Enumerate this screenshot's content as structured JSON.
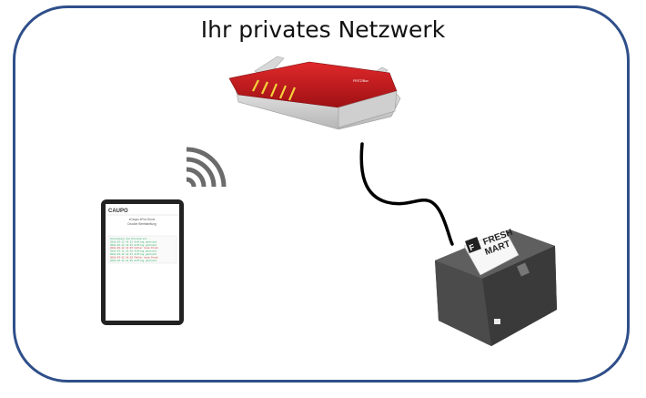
{
  "title": "Ihr privates Netzwerk",
  "colors": {
    "frame": "#2f4f8a",
    "router": "#c8191c",
    "cable": "#000000",
    "wifi": "#6b6b6b",
    "printer": "#4a4a4a"
  },
  "tablet": {
    "brand": "CAUPO",
    "app_title": "eCaupo ePos Druck",
    "subtitle": "Drucker Bereitstellung",
    "log_lines": [
      "Verbindung zum Druckserver...",
      "2018-03-12 14:22 Auftrag gedruckt",
      "2018-03-12 14:23 Auftrag gedruckt",
      "2018-03-12 14:25 Fehler beim Druck",
      "2018-03-12 14:26 Auftrag gedruckt",
      "2018-03-12 14:27 Auftrag gedruckt",
      "2018-03-12 14:29 Fehler beim Druck",
      "2018-03-12 14:30 Auftrag gedruckt"
    ]
  },
  "printer": {
    "receipt_lines": [
      "FRESH",
      "MART"
    ],
    "logo_letter": "F"
  },
  "router": {
    "brand": "FRITZ!Box"
  },
  "icons": [
    "wifi-icon",
    "router-icon",
    "tablet-icon",
    "receipt-printer-icon"
  ]
}
